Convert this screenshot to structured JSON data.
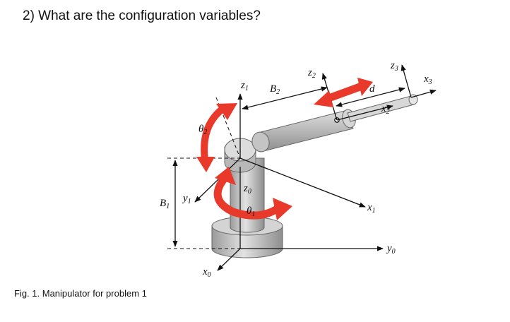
{
  "question": "2) What are the configuration variables?",
  "caption": "Fig. 1. Manipulator for problem 1",
  "colors": {
    "rotation_arrow": "#e8392a",
    "link": "#c9c9c9",
    "link_shadow": "#8a8a8a",
    "line": "#111111"
  },
  "labels": {
    "z1": {
      "base": "z",
      "sub": "1"
    },
    "b2": {
      "base": "B",
      "sub": "2"
    },
    "z2": {
      "base": "z",
      "sub": "2"
    },
    "d": {
      "base": "d",
      "sub": ""
    },
    "z3": {
      "base": "z",
      "sub": "3"
    },
    "x3": {
      "base": "x",
      "sub": "3"
    },
    "x2": {
      "base": "x",
      "sub": "2"
    },
    "theta2": {
      "base": "θ",
      "sub": "2"
    },
    "b1": {
      "base": "B",
      "sub": "1"
    },
    "y1": {
      "base": "y",
      "sub": "1"
    },
    "z0": {
      "base": "z",
      "sub": "0"
    },
    "theta1": {
      "base": "θ",
      "sub": "1"
    },
    "x1": {
      "base": "x",
      "sub": "1"
    },
    "y0": {
      "base": "y",
      "sub": "0"
    },
    "x0": {
      "base": "x",
      "sub": "0"
    }
  }
}
